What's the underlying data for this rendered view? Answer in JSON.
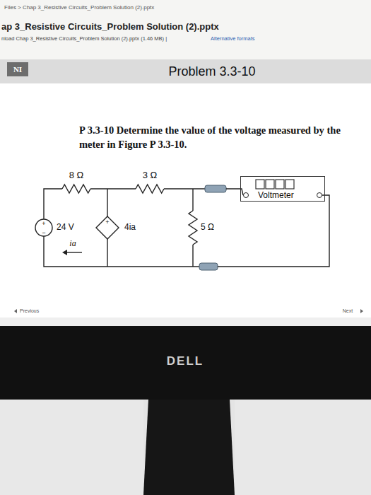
{
  "diagram": {
    "nodes": [
      {
        "text": [
          "Voltmeter"
        ]
      }
    ],
    "labels": [
      "Files > Chap 3_Resistive Circuits_Problem Solution (2).pptx",
      "ap 3_Resistive Circuits_Problem Solution (2).pptx",
      "nload Chap 3_Resistive Circuits_Problem Solution (2).pptx (1.46 MB) |",
      "Alternative formats",
      "NI",
      "Problem 3.3-10",
      "P 3.3-10 Determine the value of the voltage measured by the meter in Figure P 3.3-10.",
      "8 Ω",
      "3 Ω",
      "+",
      "−",
      "24 V",
      "+",
      "4ia",
      "ia",
      "5 Ω",
      "Previous",
      "Next",
      "DELL"
    ]
  }
}
